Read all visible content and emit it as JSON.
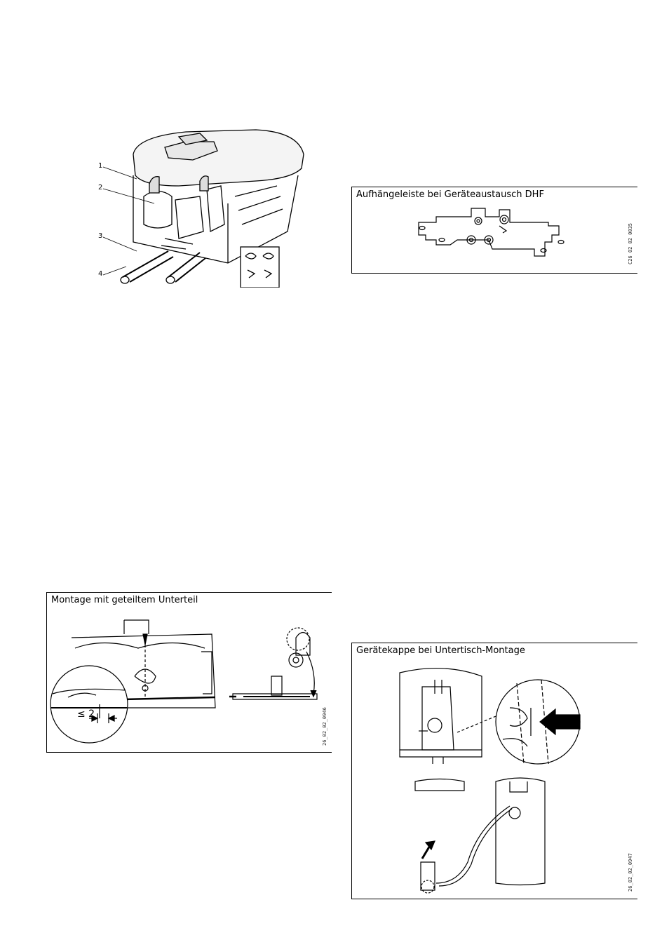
{
  "figure1": {
    "callouts": [
      "1",
      "2",
      "3",
      "4"
    ]
  },
  "box_dhf": {
    "title": "Aufhängeleiste bei Geräteaustausch DHF",
    "code": "C26 02 02 0035"
  },
  "box_split": {
    "title": "Montage mit geteiltem Unterteil",
    "dimension_label": "≤ 2",
    "code": "26_02_02_0946"
  },
  "box_cap": {
    "title": "Gerätekappe bei Untertisch-Montage",
    "code": "26_02_02_0947"
  }
}
